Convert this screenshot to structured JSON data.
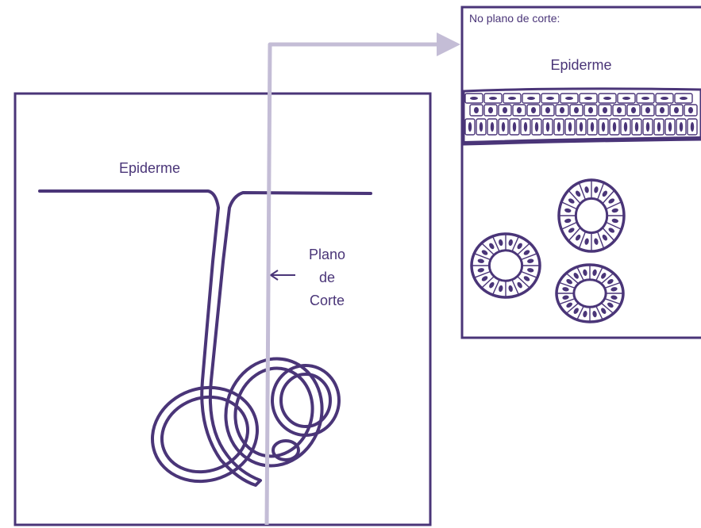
{
  "colors": {
    "ink": "#4a3578",
    "guide": "#c4bdd6",
    "background": "#ffffff"
  },
  "left_panel": {
    "epidermis_label": "Epiderme",
    "cut_plane_label": [
      "Plano",
      "de",
      "Corte"
    ]
  },
  "right_panel": {
    "caption": "No plano de corte:",
    "epidermis_label": "Epiderme",
    "gland_cross_sections": 3
  }
}
